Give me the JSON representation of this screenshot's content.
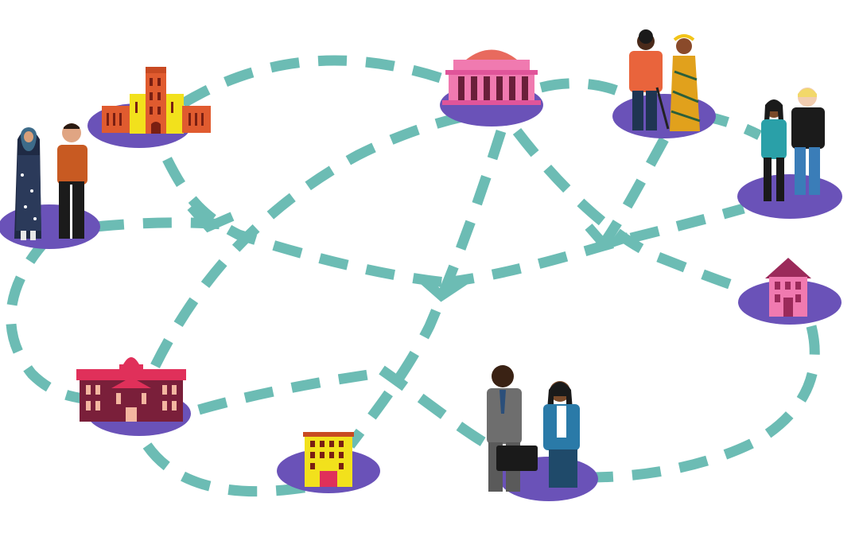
{
  "colors": {
    "path": "#6cbcb4",
    "base": "#6a52b8",
    "background": "#ffffff"
  },
  "nodes": [
    {
      "id": "people-pair-left",
      "kind": "people",
      "label": ""
    },
    {
      "id": "tower-building",
      "kind": "building",
      "label": ""
    },
    {
      "id": "museum",
      "kind": "building",
      "label": ""
    },
    {
      "id": "elderly-couple",
      "kind": "people",
      "label": ""
    },
    {
      "id": "young-couple",
      "kind": "people",
      "label": ""
    },
    {
      "id": "pink-house",
      "kind": "building",
      "label": ""
    },
    {
      "id": "town-hall",
      "kind": "building",
      "label": ""
    },
    {
      "id": "yellow-apartment",
      "kind": "building",
      "label": ""
    },
    {
      "id": "business-people",
      "kind": "people",
      "label": ""
    }
  ]
}
